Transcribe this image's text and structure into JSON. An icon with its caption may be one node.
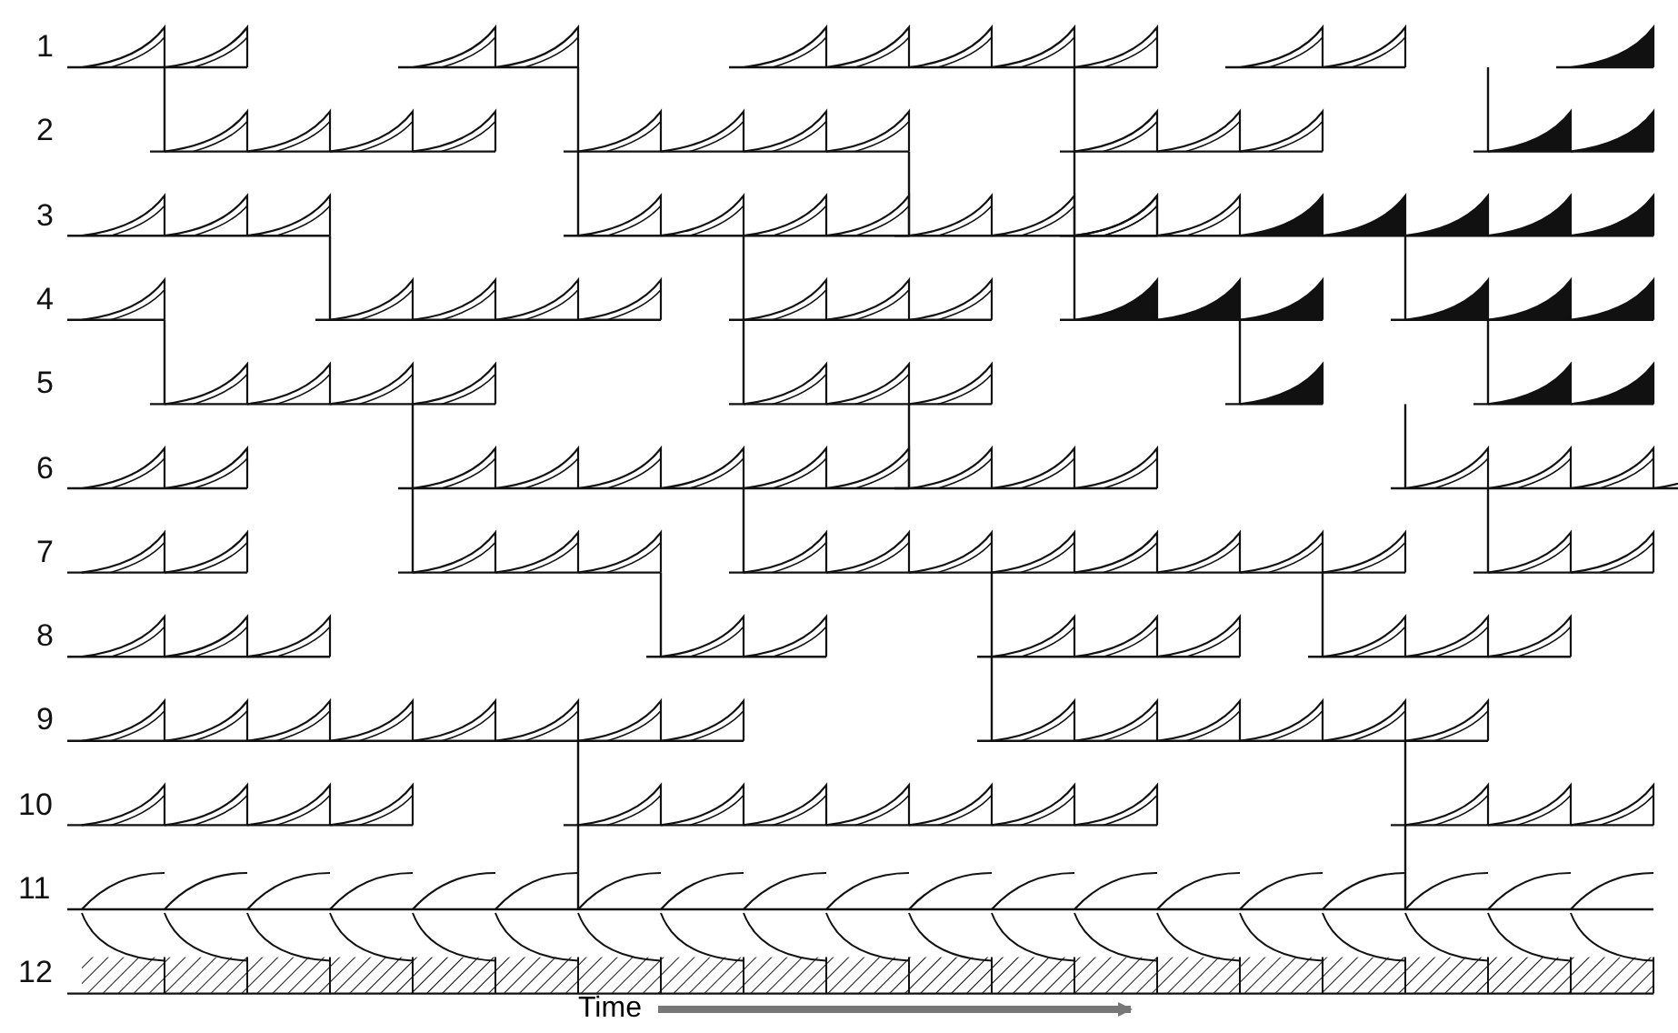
{
  "diagram": {
    "labels": [
      "1",
      "2",
      "3",
      "4",
      "5",
      "6",
      "7",
      "8",
      "9",
      "10",
      "11",
      "12",
      "Time"
    ]
  }
}
